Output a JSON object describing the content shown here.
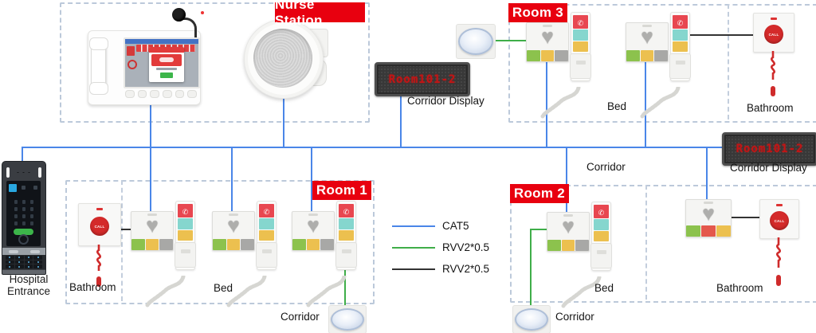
{
  "nurse_station": {
    "label": "Nurse Station"
  },
  "room1": {
    "label": "Room 1",
    "bathroom": "Bathroom",
    "bed": "Bed",
    "corridor": "Corridor"
  },
  "room2": {
    "label": "Room 2",
    "bed": "Bed",
    "bathroom": "Bathroom",
    "corridor": "Corridor"
  },
  "room3": {
    "label": "Room 3",
    "bed": "Bed",
    "bathroom": "Bathroom"
  },
  "corridor_mid": "Corridor",
  "display_top": {
    "text": "Room101-2",
    "caption": "Corridor Display"
  },
  "display_right": {
    "text": "Room101-2",
    "caption": "Corridor Display"
  },
  "entrance": {
    "line1": "Hospital",
    "line2": "Entrance"
  },
  "call_button": "CALL",
  "legend": {
    "items": [
      {
        "label": "CAT5",
        "color": "#4a86e8"
      },
      {
        "label": "RVV2*0.5",
        "color": "#3fae49"
      },
      {
        "label": "RVV2*0.5",
        "color": "#333333"
      }
    ]
  },
  "colors": {
    "room_label_bg": "#e8000f",
    "cat5_blue": "#4a86e8",
    "rvv_green": "#3fae49",
    "rvv_black": "#333333",
    "display_text": "#c41414"
  }
}
